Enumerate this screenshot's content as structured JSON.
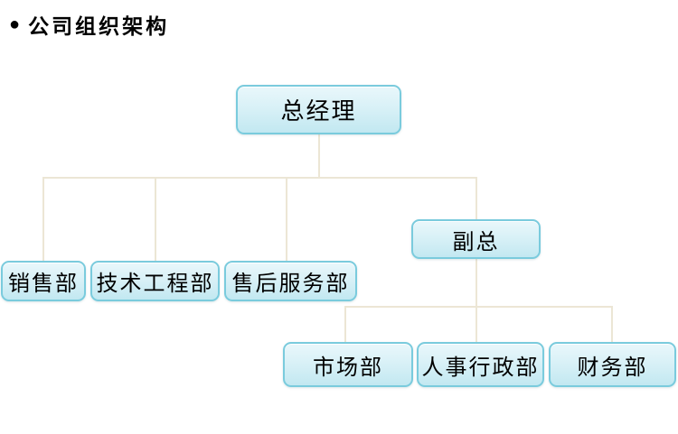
{
  "title": {
    "text": "公司组织架构"
  },
  "icons": {
    "title_bullet": "●"
  },
  "org_chart": {
    "root": {
      "label": "总经理"
    },
    "level2": [
      {
        "label": "销售部"
      },
      {
        "label": "技术工程部"
      },
      {
        "label": "售后服务部"
      },
      {
        "label": "副总"
      }
    ],
    "level3": [
      {
        "label": "市场部"
      },
      {
        "label": "人事行政部"
      },
      {
        "label": "财务部"
      }
    ]
  },
  "colors": {
    "background": "#ffffff",
    "text": "#000000",
    "node_border": "#7acbdd",
    "node_gradient_top": "#e9f7fb",
    "node_gradient_mid": "#d9f1f7",
    "node_gradient_bottom": "#c2e8f1",
    "connector": "#ece6d5"
  }
}
